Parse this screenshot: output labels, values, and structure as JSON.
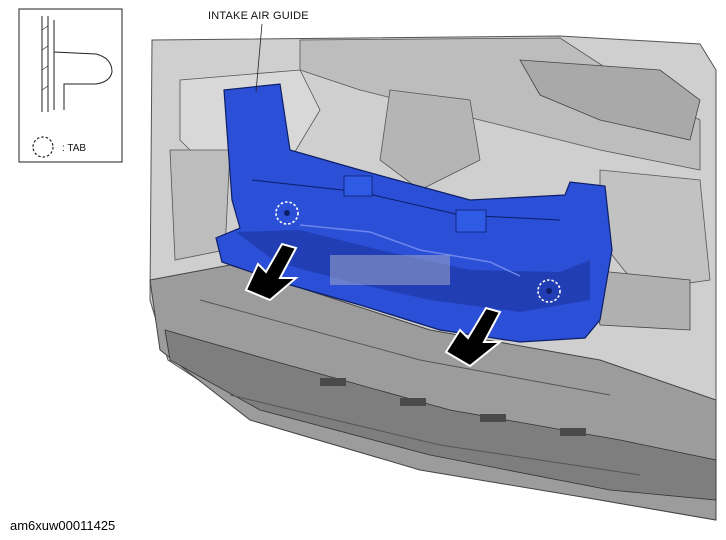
{
  "labels": {
    "part_name": "INTAKE AIR GUIDE",
    "tab_legend": ": TAB",
    "figure_id": "am6xuw00011425"
  },
  "colors": {
    "part_highlight": "#2b4fd6",
    "part_shadow": "#1a349c",
    "engine_gray": "#c9c9c9",
    "engine_dark": "#8f8f8f",
    "arrow_fill": "#000000"
  },
  "icons": {
    "tab_marker": "dashed-circle-icon",
    "removal_direction": "arrow-icon"
  }
}
